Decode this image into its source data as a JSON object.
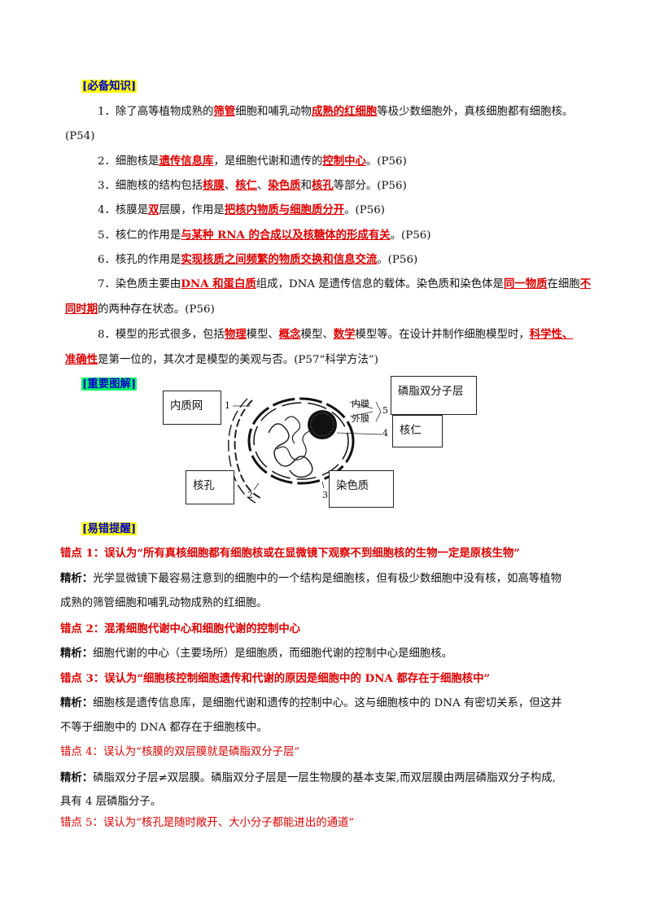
{
  "sections": {
    "knowledge_tag": "[必备知识]",
    "figure_tag": "[重要图解]",
    "errors_tag": "[易错提醒]"
  },
  "knowledge": {
    "p1": {
      "a": "1．除了高等植物成熟的",
      "b": "筛管",
      "c": "细胞和哺乳动物",
      "d": "成熟的红细胞",
      "e": "等极少数细胞外，真核细胞都有细胞核。",
      "f": "(P54)"
    },
    "p2": {
      "a": "2．细胞核是",
      "b": "遗传信息库",
      "c": "，是细胞代谢和遗传的",
      "d": "控制中心",
      "e": "。(P56)"
    },
    "p3": {
      "a": "3．细胞核的结构包括",
      "b": "核膜",
      "c": "、",
      "d": "核仁",
      "e": "、",
      "f": "染色质",
      "g": "和",
      "h": "核孔",
      "i": "等部分。(P56)"
    },
    "p4": {
      "a": "4．核膜是",
      "b": "双",
      "c": "层膜，作用是",
      "d": "把核内物质与细胞质分开",
      "e": "。(P56)"
    },
    "p5": {
      "a": "5．核仁的作用是",
      "b": "与某种 RNA 的合成以及核糖体的形成有关",
      "c": "。(P56)"
    },
    "p6": {
      "a": "6．核孔的作用是",
      "b": "实现核质之间频繁的物质交换和信息交流",
      "c": "。(P56)"
    },
    "p7": {
      "a": "7．染色质主要由",
      "b": "DNA 和蛋白质",
      "c": "组成，DNA 是遗传信息的载体。染色质和染色体是",
      "d": "同一物质",
      "e": "在细胞",
      "f": "不",
      "g": "同时期",
      "h": "的两种存在状态。(P56)"
    },
    "p8": {
      "a": "8．模型的形式很多，包括",
      "b": "物理",
      "c": "模型、",
      "d": "概念",
      "e": "模型、",
      "f": "数学",
      "g": "模型等。在设计并制作细胞模型时，",
      "h": "科学性、",
      "i": "准确性",
      "j": "是第一位的，其次才是模型的美观与否。(P57“科学方法”)"
    }
  },
  "figure": {
    "labels": {
      "er": "内质网",
      "bilayer": "磷脂双分子层",
      "nucleolus": "核仁",
      "pore": "核孔",
      "chromatin": "染色质"
    },
    "inner": "内膜",
    "outer": "外膜",
    "nums": {
      "n1": "1",
      "n2": "2",
      "n3": "3",
      "n4": "4",
      "n5": "5"
    }
  },
  "errors": [
    {
      "point": "错点 1：误认为“所有真核细胞都有细胞核或在显微镜下观察不到细胞核的生物一定是原核生物”",
      "label": "精析：",
      "body1": "光学显微镜下最容易注意到的细胞中的一个结构是细胞核，但有极少数细胞中没有核，如高等植物",
      "body2": "成熟的筛管细胞和哺乳动物成熟的红细胞。"
    },
    {
      "point": "错点 2：混淆细胞代谢中心和细胞代谢的控制中心",
      "label": "精析：",
      "body1": "细胞代谢的中心（主要场所）是细胞质，而细胞代谢的控制中心是细胞核。"
    },
    {
      "point": "错点 3：误认为“细胞核控制细胞遗传和代谢的原因是细胞中的 DNA 都存在于细胞核中”",
      "label": "精析：",
      "body1": "细胞核是遗传信息库，是细胞代谢和遗传的控制中心。这与细胞核中的 DNA 有密切关系，但这并",
      "body2": "不等于细胞中的 DNA 都存在于细胞核中。"
    },
    {
      "point": "错点 4：误认为“核膜的双层膜就是磷脂双分子层”",
      "label": "精析：",
      "body1": "磷脂双分子层≠双层膜。磷脂双分子层是一层生物膜的基本支架,而双层膜由两层磷脂双分子构成,",
      "body2": "具有 4 层磷脂分子。"
    },
    {
      "point": "错点 5：误认为“核孔是随时敞开、大小分子都能进出的通道”"
    }
  ]
}
